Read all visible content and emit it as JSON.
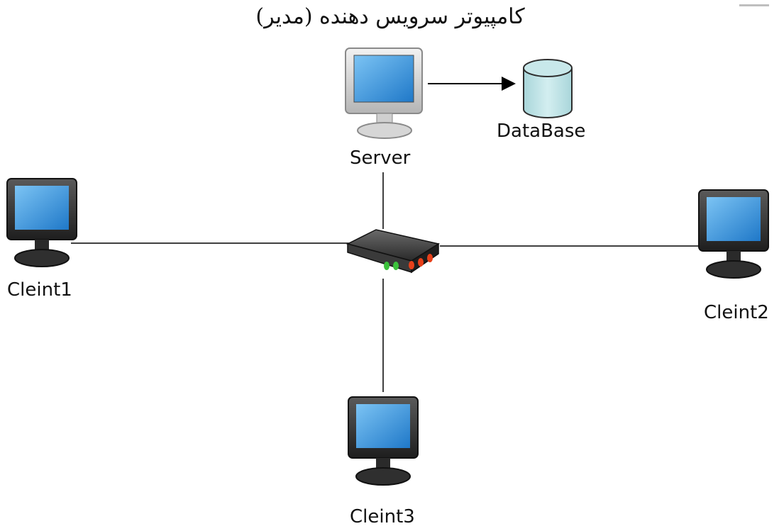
{
  "title": "کامپیوتر سرویس دهنده (مدیر)",
  "nodes": {
    "server": {
      "label": "Server",
      "icon": "monitor-icon"
    },
    "database": {
      "label": "DataBase",
      "icon": "database-icon"
    },
    "client1": {
      "label": "Cleint1",
      "icon": "monitor-icon"
    },
    "client2": {
      "label": "Cleint2",
      "icon": "monitor-icon"
    },
    "client3": {
      "label": "Cleint3",
      "icon": "monitor-icon"
    },
    "router": {
      "icon": "router-icon"
    }
  },
  "colors": {
    "screen": "#3a9be0",
    "database": "#bfe3e6",
    "led_green": "#3cc23c",
    "led_red": "#e8401a"
  }
}
